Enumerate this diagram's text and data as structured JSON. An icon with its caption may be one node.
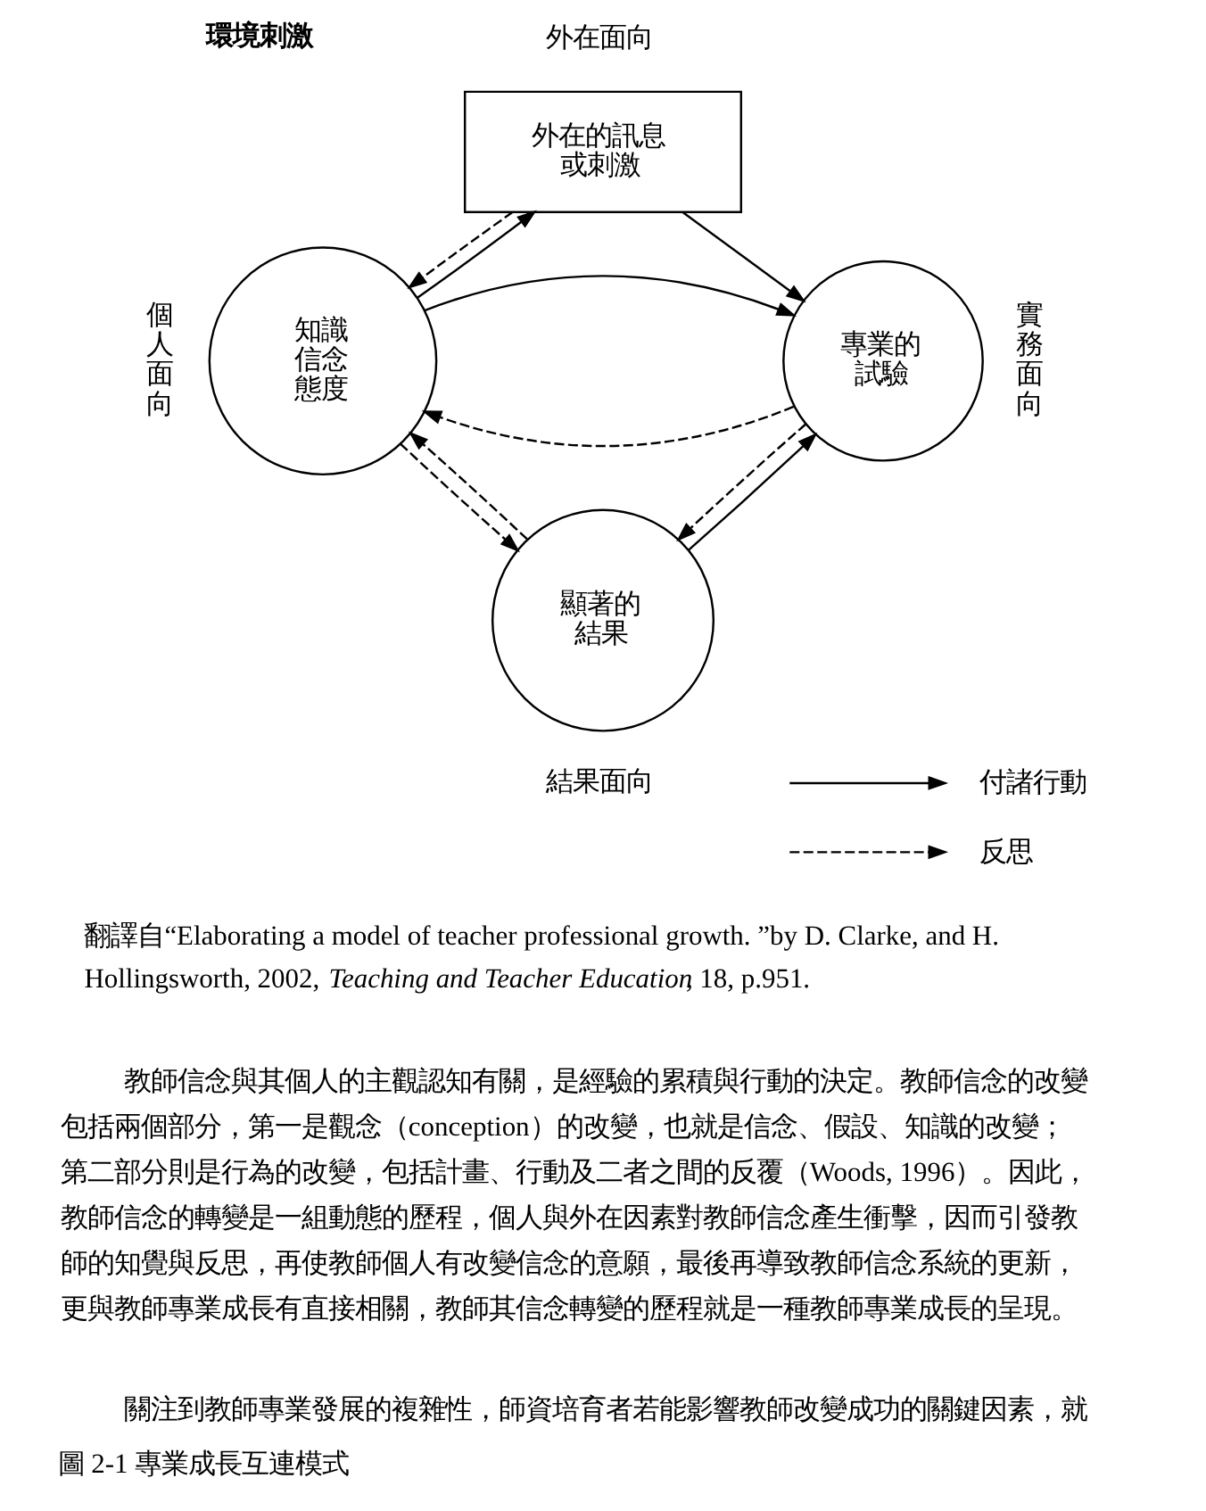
{
  "diagram": {
    "caption": "圖 2-1 專業成長互連模式",
    "nodes": [
      {
        "text": [
          "外在的訊息或刺激"
        ],
        "beside": [
          "外在面向"
        ]
      },
      {
        "text": [
          "知識信念態度"
        ],
        "beside": [
          "個人面向"
        ]
      },
      {
        "text": [
          "專業的試驗"
        ],
        "beside": [
          "實務面向"
        ]
      },
      {
        "text": [
          "顯著的結果"
        ],
        "beside": [
          "結果面向"
        ]
      }
    ],
    "edges": [
      {
        "from": 1,
        "to": 0,
        "arrow": "to"
      },
      {
        "from": 0,
        "to": 1,
        "arrow": "to",
        "style": "dashed"
      },
      {
        "from": 0,
        "to": 2,
        "arrow": "to"
      },
      {
        "from": 2,
        "to": 1,
        "arrow": "to",
        "style": "dashed"
      },
      {
        "from": 1,
        "to": 2,
        "arrow": "to"
      },
      {
        "from": 2,
        "to": 3,
        "arrow": "to",
        "style": "dashed"
      },
      {
        "from": 3,
        "to": 2,
        "arrow": "to"
      },
      {
        "from": 1,
        "to": 3,
        "arrow": "to",
        "style": "dashed"
      },
      {
        "from": 3,
        "to": 1,
        "arrow": "to",
        "style": "dashed"
      }
    ],
    "labels": [
      "環境刺激",
      "翻譯自“Elaborating a model of teacher professional growth. ”by D. Clarke, and H. Hollingsworth, 2002, *Teaching and Teacher Education*, 18, p.951.",
      "教師信念與其個人的主觀認知有關，是經驗的累積與行動的決定。教師信念的改變包括兩個部分，第一是觀念（conception）的改變，也就是信念、假設、知識的改變；第二部分則是行為的改變，包括計畫、行動及二者之間的反覆（Woods, 1996）。因此，教師信念的轉變是一組動態的歷程，個人與外在因素對教師信念產生衝擊，因而引發教師的知覺與反思，再使教師個人有改變信念的意願，最後再導致教師信念系統的更新，更與教師專業成長有直接相關，教師其信念轉變的歷程就是一種教師專業成長的呈現。",
      "關注到教師專業發展的複雜性，師資培育者若能影響教師改變成功的關鍵因素，就"
    ],
    "legend": [
      {
        "text": "付諸行動"
      },
      {
        "text": "反思"
      }
    ]
  }
}
